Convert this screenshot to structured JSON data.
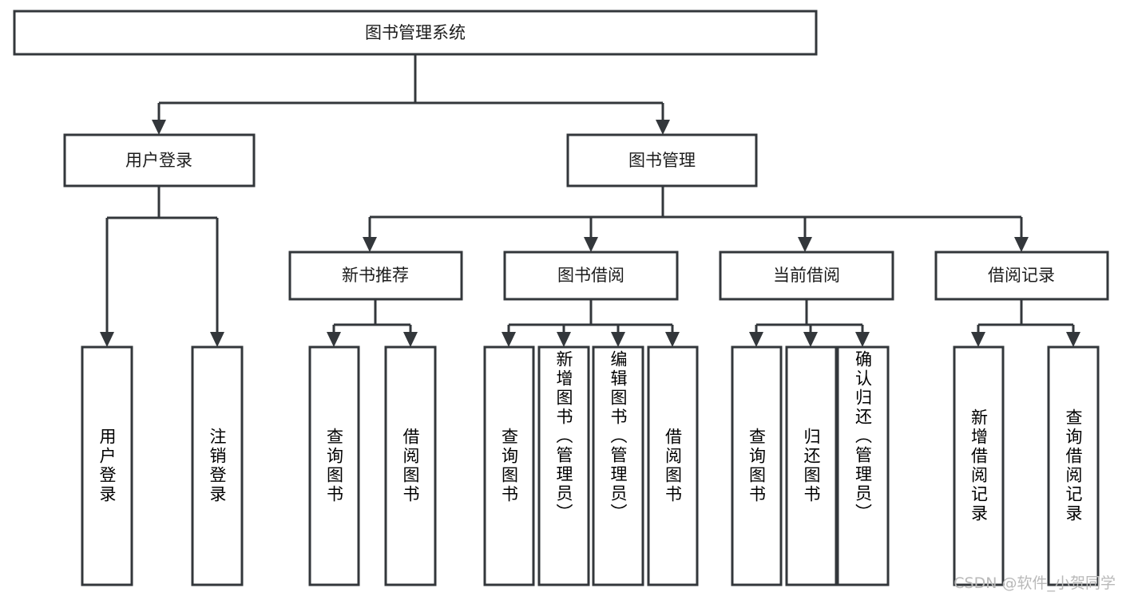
{
  "diagram": {
    "type": "tree-hierarchy",
    "title": "图书管理系统",
    "orientation": "top-down",
    "watermark": "CSDN @软件_小贺同学",
    "colors": {
      "stroke": "#33373b",
      "fill": "#ffffff",
      "text": "#1c1c1c",
      "watermark": "#b9b9b9",
      "background": "#ffffff"
    },
    "levels": [
      {
        "level": 0,
        "nodes": [
          {
            "id": "root",
            "label": "图书管理系统",
            "orientation": "horizontal"
          }
        ]
      },
      {
        "level": 1,
        "nodes": [
          {
            "id": "user-login",
            "label": "用户登录",
            "orientation": "horizontal",
            "parent": "root"
          },
          {
            "id": "book-manage",
            "label": "图书管理",
            "orientation": "horizontal",
            "parent": "root"
          }
        ]
      },
      {
        "level": 2,
        "nodes": [
          {
            "id": "new-book-rec",
            "label": "新书推荐",
            "orientation": "horizontal",
            "parent": "book-manage"
          },
          {
            "id": "book-borrow",
            "label": "图书借阅",
            "orientation": "horizontal",
            "parent": "book-manage"
          },
          {
            "id": "current-borrow",
            "label": "当前借阅",
            "orientation": "horizontal",
            "parent": "book-manage"
          },
          {
            "id": "borrow-record",
            "label": "借阅记录",
            "orientation": "horizontal",
            "parent": "book-manage"
          }
        ]
      },
      {
        "level": 3,
        "nodes": [
          {
            "id": "leaf-user-login",
            "label": "用户登录",
            "orientation": "vertical",
            "parent": "user-login"
          },
          {
            "id": "leaf-logout",
            "label": "注销登录",
            "orientation": "vertical",
            "parent": "user-login"
          },
          {
            "id": "leaf-query-book-1",
            "label": "查询图书",
            "orientation": "vertical",
            "parent": "new-book-rec"
          },
          {
            "id": "leaf-borrow-book-1",
            "label": "借阅图书",
            "orientation": "vertical",
            "parent": "new-book-rec"
          },
          {
            "id": "leaf-query-book-2",
            "label": "查询图书",
            "orientation": "vertical",
            "parent": "book-borrow"
          },
          {
            "id": "leaf-add-book",
            "label": "新增图书（管理员）",
            "orientation": "vertical",
            "parent": "book-borrow"
          },
          {
            "id": "leaf-edit-book",
            "label": "编辑图书（管理员）",
            "orientation": "vertical",
            "parent": "book-borrow"
          },
          {
            "id": "leaf-borrow-book-2",
            "label": "借阅图书",
            "orientation": "vertical",
            "parent": "book-borrow"
          },
          {
            "id": "leaf-query-book-3",
            "label": "查询图书",
            "orientation": "vertical",
            "parent": "current-borrow"
          },
          {
            "id": "leaf-return-book",
            "label": "归还图书",
            "orientation": "vertical",
            "parent": "current-borrow"
          },
          {
            "id": "leaf-confirm-return",
            "label": "确认归还（管理员）",
            "orientation": "vertical",
            "parent": "current-borrow"
          },
          {
            "id": "leaf-add-record",
            "label": "新增借阅记录",
            "orientation": "vertical",
            "parent": "borrow-record"
          },
          {
            "id": "leaf-query-record",
            "label": "查询借阅记录",
            "orientation": "vertical",
            "parent": "borrow-record"
          }
        ]
      }
    ]
  }
}
